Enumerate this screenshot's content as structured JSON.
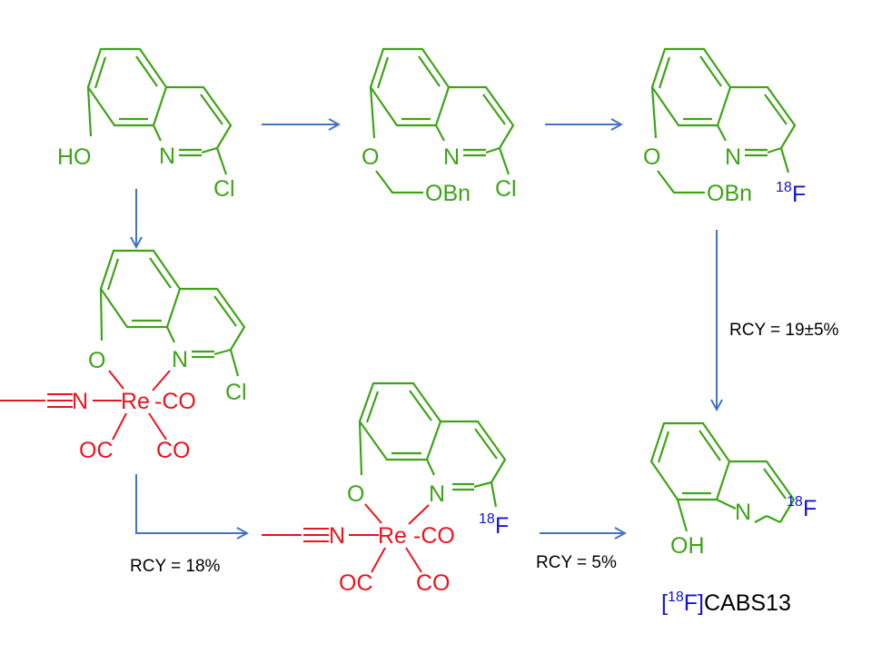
{
  "colors": {
    "molecule": "#3fa318",
    "label18f": "#1414d2",
    "rhenium": "#e8141e",
    "arrow": "#4472c4",
    "text": "#000000"
  },
  "molecules": {
    "m1": {
      "ho": "HO",
      "n": "N",
      "cl": "Cl"
    },
    "m2": {
      "o": "O",
      "obn": "OBn",
      "n": "N",
      "cl": "Cl"
    },
    "m3": {
      "o": "O",
      "obn": "OBn",
      "n": "N",
      "mass": "18",
      "f": "F"
    },
    "m4": {
      "o": "O",
      "n": "N",
      "cl": "Cl",
      "n_re": "N",
      "re": "Re",
      "co1": "-CO",
      "co2": "OC",
      "co3": "CO"
    },
    "m5": {
      "o": "O",
      "n": "N",
      "mass": "18",
      "f": "F",
      "n_re": "N",
      "re": "Re",
      "co1": "-CO",
      "co2": "OC",
      "co3": "CO"
    },
    "m6": {
      "oh": "OH",
      "n": "N",
      "mass": "18",
      "f": "F"
    }
  },
  "conditions": {
    "right_down": "RCY = 19±5%",
    "bottom_left": "RCY = 18%",
    "bottom_right": "RCY = 5%"
  },
  "product_name": {
    "open": "[",
    "mass": "18",
    "close": "F]",
    "rest": "CABS13"
  },
  "arrow_icons": [
    "arrow-right-icon",
    "arrow-right-icon",
    "arrow-down-icon",
    "arrow-down-icon",
    "arrow-elbow-right-icon",
    "arrow-right-icon"
  ]
}
